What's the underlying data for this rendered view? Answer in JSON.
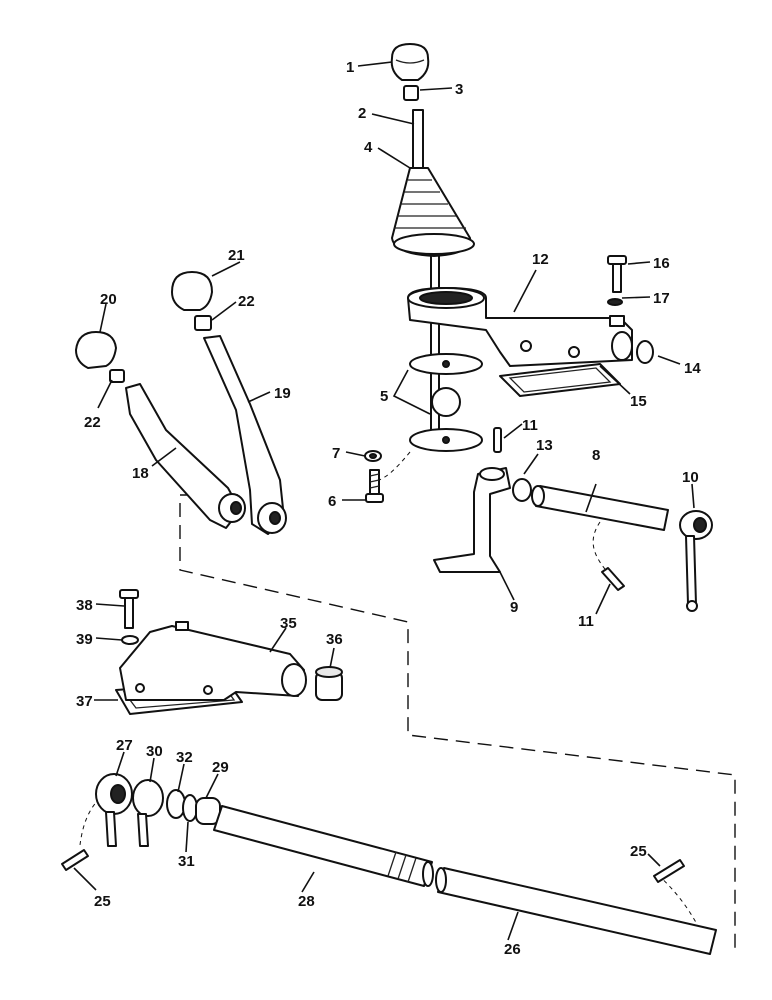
{
  "callouts": {
    "c1": "1",
    "c2": "2",
    "c3": "3",
    "c4": "4",
    "c5": "5",
    "c6": "6",
    "c7": "7",
    "c8": "8",
    "c9": "9",
    "c10": "10",
    "c11a": "11",
    "c11b": "11",
    "c12": "12",
    "c13": "13",
    "c14": "14",
    "c15": "15",
    "c16": "16",
    "c17": "17",
    "c18": "18",
    "c19": "19",
    "c20": "20",
    "c21": "21",
    "c22a": "22",
    "c22b": "22",
    "c25a": "25",
    "c25b": "25",
    "c26": "26",
    "c27": "27",
    "c28": "28",
    "c29": "29",
    "c30": "30",
    "c31": "31",
    "c32": "32",
    "c35": "35",
    "c36": "36",
    "c37": "37",
    "c38": "38",
    "c39": "39"
  }
}
